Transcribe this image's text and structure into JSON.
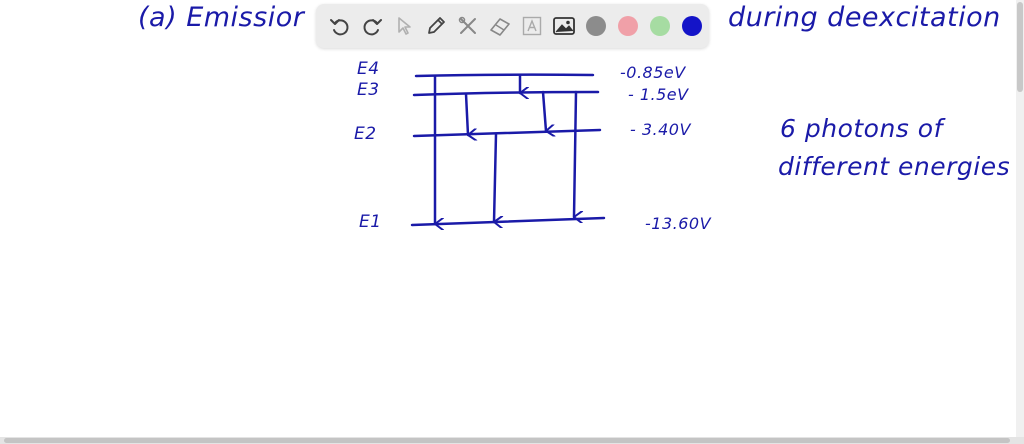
{
  "heading": {
    "left_text": "(a)  Emissior",
    "right_text": "during  deexcitation"
  },
  "levels": [
    {
      "label": "E4",
      "energy": "-0.85eV"
    },
    {
      "label": "E3",
      "energy": "- 1.5eV"
    },
    {
      "label": "E2",
      "energy": "- 3.40V"
    },
    {
      "label": "E1",
      "energy": "-13.60V"
    }
  ],
  "note": {
    "line1": "6 photons of",
    "line2": "different energies"
  },
  "toolbar": {
    "tools": [
      "undo-icon",
      "redo-icon",
      "pointer-icon",
      "pen-icon",
      "tools-icon",
      "eraser-icon",
      "text-icon",
      "image-icon"
    ],
    "colors": [
      "#8c8c8c",
      "#f0a0a8",
      "#a6dca2",
      "#1414c8"
    ]
  },
  "colors": {
    "ink": "#1a1aa8"
  }
}
